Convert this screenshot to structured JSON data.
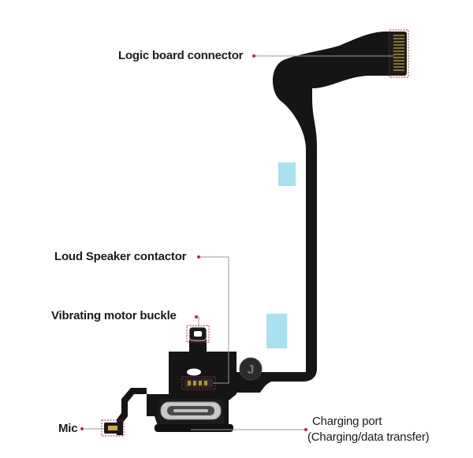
{
  "labels": {
    "logic_board": "Logic board connector",
    "loud_speaker": "Loud Speaker contactor",
    "vibrating_motor": "Vibrating motor buckle",
    "mic": "Mic",
    "charging_port_line1": "Charging port",
    "charging_port_line2": "(Charging/data transfer)"
  },
  "watermark": "J",
  "colors": {
    "flex_cable": "#151515",
    "leader_line": "#9a9a9a",
    "marker_dot": "#d0202a",
    "highlight_box": "#c0282f",
    "blue_tape": "#a9e1f0",
    "gold_contact": "#b8922a",
    "port_metal": "#c9c9c9"
  }
}
